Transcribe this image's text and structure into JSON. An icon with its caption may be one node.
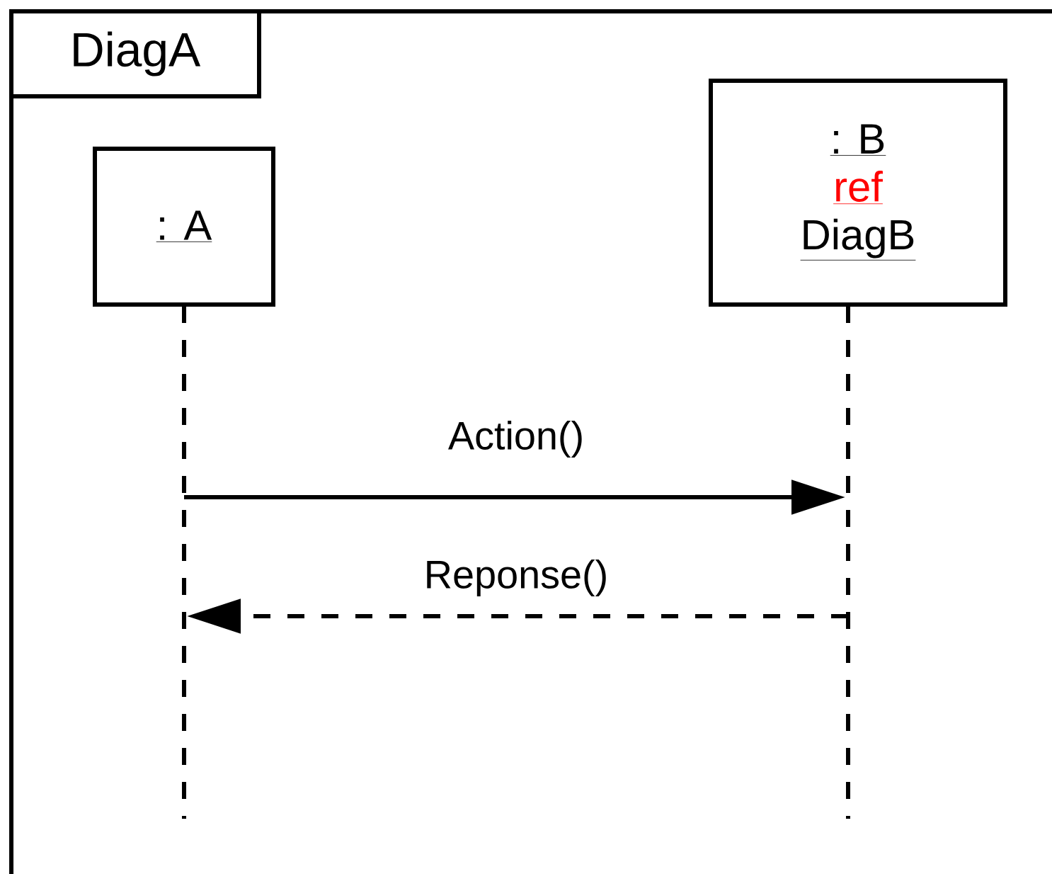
{
  "diagram": {
    "nodes": [
      {
        "text": [
          "DiagA"
        ]
      },
      {
        "text": [
          ": A"
        ],
        "in": 0
      },
      {
        "text": [
          ": B",
          "ref",
          "DiagB"
        ],
        "in": 0
      }
    ],
    "edges": [
      {
        "from": 1,
        "to": 2,
        "arrow": "to",
        "label": "Action()"
      },
      {
        "from": 2,
        "to": 1,
        "arrow": "to",
        "label": "Reponse()",
        "style": "dashed"
      }
    ]
  }
}
